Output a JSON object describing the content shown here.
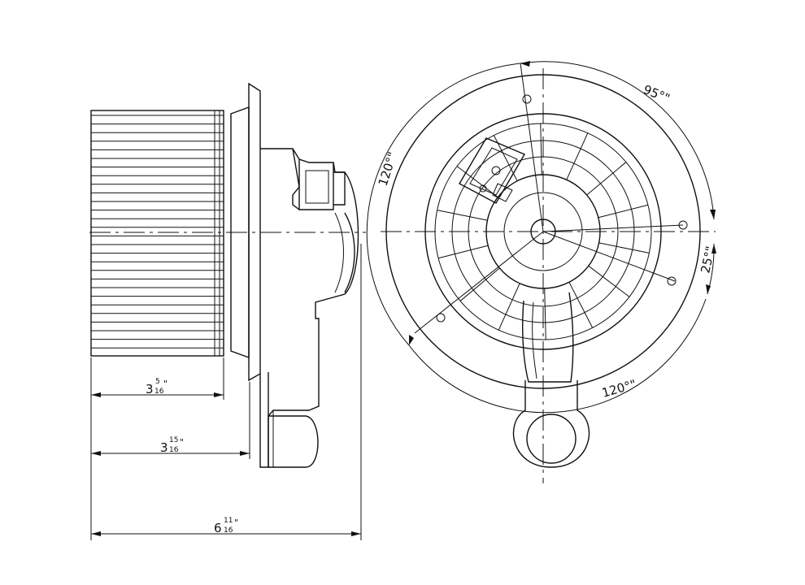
{
  "side_view": {
    "dimensions": [
      {
        "whole": "3",
        "numerator": "5",
        "denominator": "16",
        "unit": "\""
      },
      {
        "whole": "3",
        "numerator": "15",
        "denominator": "16",
        "unit": "\""
      },
      {
        "whole": "6",
        "numerator": "11",
        "denominator": "16",
        "unit": "\""
      }
    ]
  },
  "front_view": {
    "angles": [
      {
        "label": "95°\""
      },
      {
        "label": "120°\""
      },
      {
        "label": "25°\""
      },
      {
        "label": "120°\""
      }
    ]
  }
}
